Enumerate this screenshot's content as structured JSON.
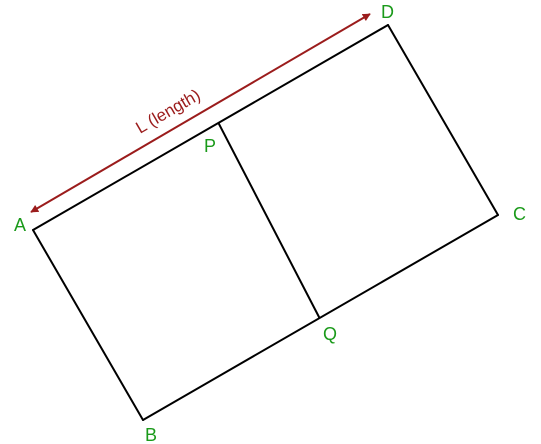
{
  "colors": {
    "edges": "#000000",
    "vertex_labels": "#1a9a1a",
    "dimension": "#9b1c1c"
  },
  "vertices": {
    "A": "A",
    "B": "B",
    "C": "C",
    "D": "D",
    "P": "P",
    "Q": "Q"
  },
  "dimension": {
    "label": "L (length)"
  }
}
